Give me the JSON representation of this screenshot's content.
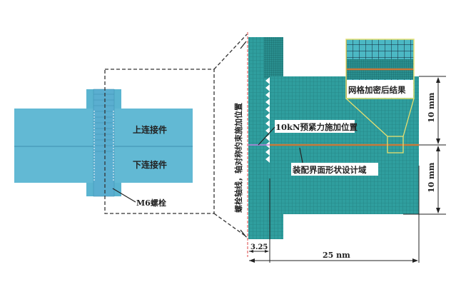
{
  "labels": {
    "upper_part": "上连接件",
    "lower_part": "下连接件",
    "bolt": "M6螺栓",
    "axis_constraint": "螺栓轴线，轴对称约束施加位置",
    "preload": "10kN预紧力施加位置",
    "design_domain": "装配界面形状设计域",
    "refined_mesh": "网格加密后结果",
    "dim_upper": "10 mm",
    "dim_lower": "10 mm",
    "dim_radius": "3.25",
    "dim_width": "25 nm"
  },
  "colors": {
    "part": "#5fb8d4",
    "mesh": "#2a9a9a",
    "interface": "#c87a3a",
    "highlight": "#e8e070"
  }
}
